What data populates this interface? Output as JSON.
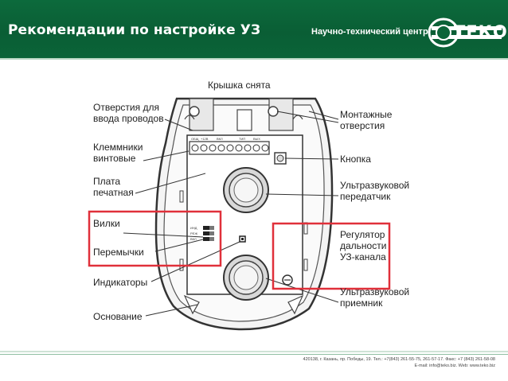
{
  "header": {
    "title": "Рекомендации по настройке УЗ",
    "center_name": "Научно-технический центр",
    "logo_text": "ТЕКО",
    "colors": {
      "header_bg": "#0b6438",
      "accent": "#e0303a"
    }
  },
  "diagram": {
    "top_label": "Крышка снята",
    "labels": {
      "wire_holes": [
        "Отверстия для",
        "ввода проводов"
      ],
      "terminals": [
        "Клеммники",
        "винтовые"
      ],
      "board": [
        "Плата",
        "печатная"
      ],
      "forks": [
        "Вилки"
      ],
      "jumpers": [
        "Перемычки"
      ],
      "indicators": [
        "Индикаторы"
      ],
      "base": [
        "Основание"
      ],
      "mount_holes": [
        "Монтажные",
        "отверстия"
      ],
      "button": [
        "Кнопка"
      ],
      "transmitter": [
        "Ультразвуковой",
        "передатчик"
      ],
      "regulator": [
        "Регулятор",
        "дальности",
        "УЗ-канала"
      ],
      "receiver": [
        "Ультразвуковой",
        "приемник"
      ]
    },
    "terminal_marks": [
      "ОБЩ",
      "+12В",
      "ВКЛ",
      "ТИП",
      "ВЫХ"
    ],
    "jumper_marks": [
      "ИНД",
      "РЕЖ",
      "ВКЛ"
    ]
  },
  "footer": {
    "address": "420138, г. Казань, пр. Победы, 19. Тел.: +7(843) 261-55-75, 261-57-17. Факс: +7 (843) 261-58-08",
    "contacts": "E-mail: info@teko.biz. Web: www.teko.biz"
  }
}
